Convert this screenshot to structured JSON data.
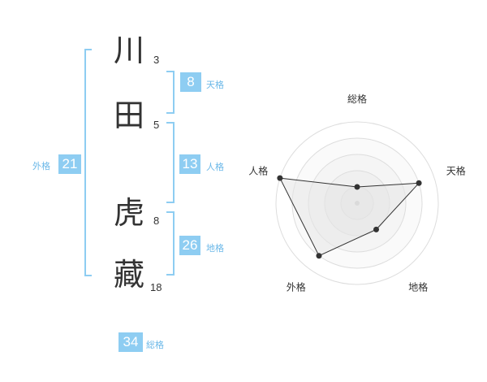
{
  "name": {
    "chars": [
      {
        "char": "川",
        "strokes": "3"
      },
      {
        "char": "田",
        "strokes": "5"
      },
      {
        "char": "虎",
        "strokes": "8"
      },
      {
        "char": "藏",
        "strokes": "18"
      }
    ]
  },
  "fortune": {
    "tenkaku": {
      "value": "8",
      "label": "天格"
    },
    "jinkaku": {
      "value": "13",
      "label": "人格"
    },
    "chikaku": {
      "value": "26",
      "label": "地格"
    },
    "gaikaku": {
      "value": "21",
      "label": "外格"
    },
    "soukaku": {
      "value": "34",
      "label": "総格"
    }
  },
  "colors": {
    "accent": "#8ecdf2",
    "label": "#6bb8e8",
    "text": "#333333"
  },
  "chart_data": {
    "type": "radar",
    "axes": [
      "総格",
      "天格",
      "地格",
      "外格",
      "人格"
    ],
    "scale_levels": 5,
    "values": [
      1,
      4,
      2,
      4,
      5
    ],
    "max": 5
  }
}
